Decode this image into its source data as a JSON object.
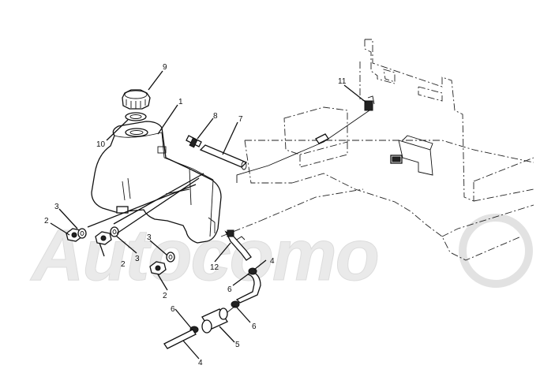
{
  "watermark": {
    "text": "Autocomo"
  },
  "callouts": [
    {
      "id": "c9",
      "text": "9"
    },
    {
      "id": "c1",
      "text": "1"
    },
    {
      "id": "c10",
      "text": "10"
    },
    {
      "id": "c8",
      "text": "8"
    },
    {
      "id": "c7",
      "text": "7"
    },
    {
      "id": "c11",
      "text": "11"
    },
    {
      "id": "c3a",
      "text": "3"
    },
    {
      "id": "c2a",
      "text": "2"
    },
    {
      "id": "c2b",
      "text": "2"
    },
    {
      "id": "c3b",
      "text": "3"
    },
    {
      "id": "c3c",
      "text": "3"
    },
    {
      "id": "c2c",
      "text": "2"
    },
    {
      "id": "c12",
      "text": "12"
    },
    {
      "id": "c4a",
      "text": "4"
    },
    {
      "id": "c6a",
      "text": "6"
    },
    {
      "id": "c6b",
      "text": "6"
    },
    {
      "id": "c6c",
      "text": "6"
    },
    {
      "id": "c5",
      "text": "5"
    },
    {
      "id": "c4b",
      "text": "4"
    }
  ]
}
